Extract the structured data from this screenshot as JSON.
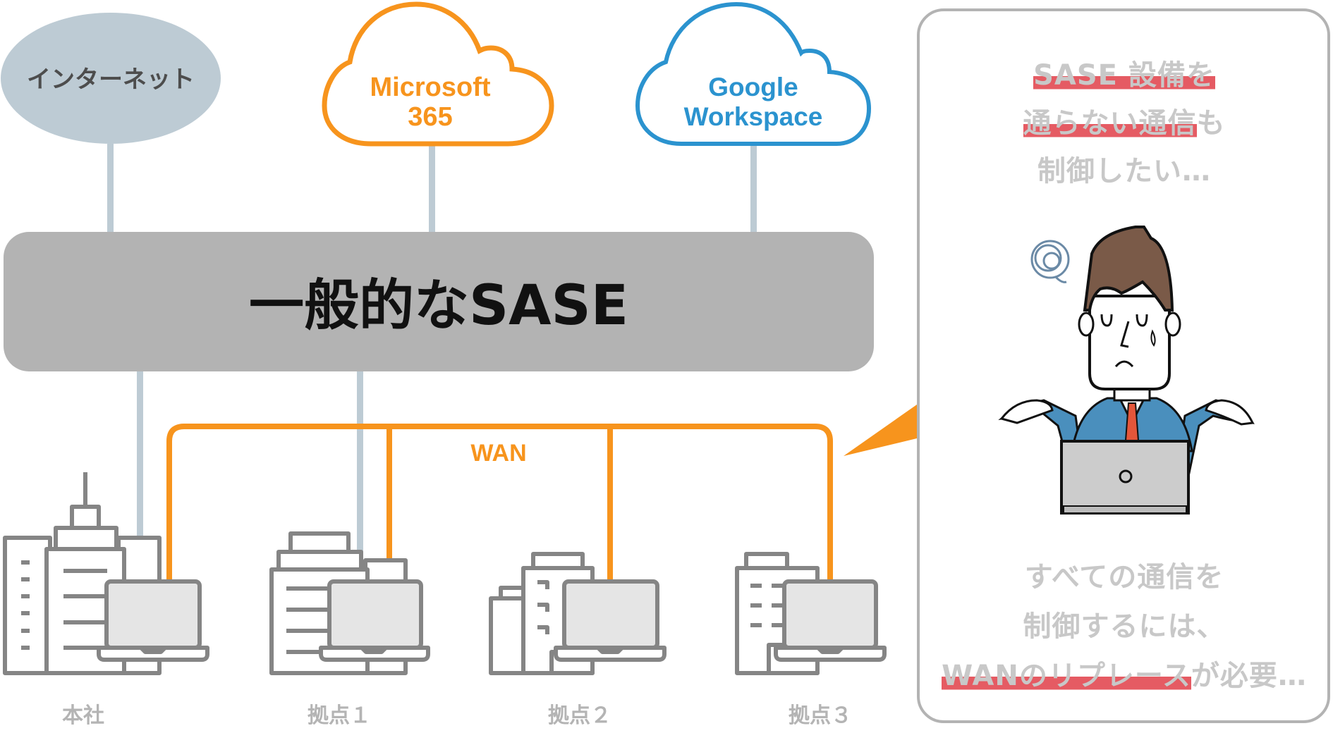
{
  "destinations": {
    "internet": {
      "label": "インターネット",
      "fill_color": "#bdcbd4",
      "text_color": "#4d4d4d"
    },
    "microsoft": {
      "label_line1": "Microsoft",
      "label_line2": "365",
      "color": "#f7941d"
    },
    "google": {
      "label_line1": "Google",
      "label_line2": "Workspace",
      "color": "#2b93cf"
    }
  },
  "sase": {
    "label": "一般的なSASE",
    "fill_color": "#b3b3b3"
  },
  "wan": {
    "label": "WAN",
    "color": "#f7941d"
  },
  "link_color": "#bdcbd4",
  "sites": [
    {
      "label": "本社",
      "connected_to_sase": true,
      "connected_to_wan": true
    },
    {
      "label": "拠点１",
      "connected_to_sase": true,
      "connected_to_wan": true
    },
    {
      "label": "拠点２",
      "connected_to_sase": false,
      "connected_to_wan": true
    },
    {
      "label": "拠点３",
      "connected_to_sase": false,
      "connected_to_wan": true
    }
  ],
  "callout": {
    "top_text": {
      "line1_highlight": "SASE 設備を",
      "line2_highlight": "通らない通信",
      "line2_rest": "も",
      "line3": "制御したい…"
    },
    "bottom_text": {
      "line1": "すべての通信を",
      "line2": "制御するには、",
      "line3_highlight": "WANのリプレース",
      "line3_rest": "が必要…"
    },
    "highlight_color": "#e55b63",
    "text_color": "#c8c8c8",
    "illustration": "confused-businessman-with-laptop"
  }
}
